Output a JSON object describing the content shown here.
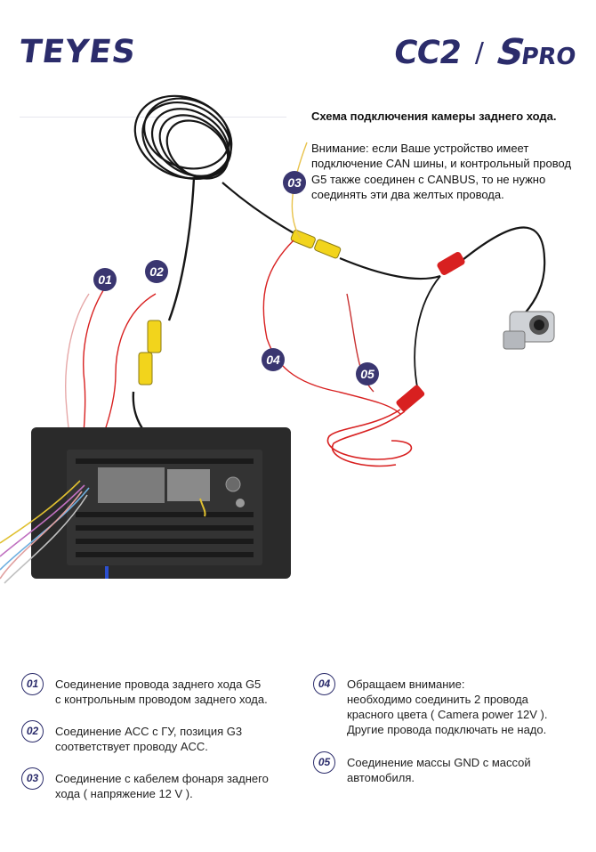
{
  "header": {
    "brand": "TEYES",
    "model_main": "CC2",
    "model_sep": "/",
    "model_s": "S",
    "model_pro": "PRO"
  },
  "info": {
    "title": "Схема подключения камеры заднего хода.",
    "note": "Внимание: если Ваше устройство имеет подключение CAN шины, и контрольный провод G5 также соединен с CANBUS, то не нужно соединять эти два желтых провода."
  },
  "badges": [
    "01",
    "02",
    "03",
    "04",
    "05"
  ],
  "legend_left": [
    {
      "num": "01",
      "text": "Соединение провода заднего хода G5\nс контрольным проводом заднего хода."
    },
    {
      "num": "02",
      "text": "Соединение ACC с ГУ, позиция G3\nсоответствует проводу ACC."
    },
    {
      "num": "03",
      "text": "Соединение с кабелем фонаря заднего\nхода ( напряжение 12 V )."
    }
  ],
  "legend_right": [
    {
      "num": "04",
      "text": "Обращаем внимание:\nнеобходимо соединить 2 провода\nкрасного цвета ( Camera power 12V ).\nДругие провода подключать не надо."
    },
    {
      "num": "05",
      "text": "Соединение массы GND с массой\nавтомобиля."
    }
  ],
  "colors": {
    "brand": "#2b2c6b",
    "badge": "#3a3670",
    "wire_black": "#161616",
    "wire_red": "#d82020",
    "wire_yellow": "#f2d41c",
    "head_unit": "#2a2a2a"
  }
}
